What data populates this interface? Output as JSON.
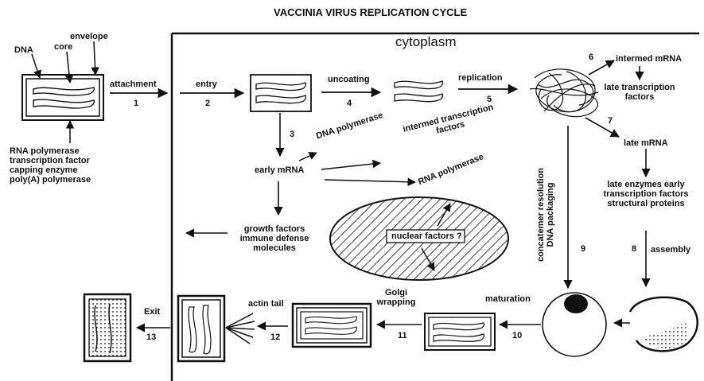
{
  "title": "VACCINIA VIRUS REPLICATION CYCLE",
  "region_label": "cytoplasm",
  "virion_parts": [
    "DNA",
    "core",
    "envelope"
  ],
  "core_proteins": [
    "RNA polymerase",
    "transcription factor",
    "capping enzyme",
    "poly(A) polymerase"
  ],
  "steps": [
    {
      "number": "1",
      "label": "attachment"
    },
    {
      "number": "2",
      "label": "entry"
    },
    {
      "number": "3",
      "label": ""
    },
    {
      "number": "4",
      "label": "uncoating"
    },
    {
      "number": "5",
      "label": "replication"
    },
    {
      "number": "6",
      "label": "intermed mRNA"
    },
    {
      "number": "7",
      "label": "late mRNA"
    },
    {
      "number": "8",
      "label": "assembly"
    },
    {
      "number": "9",
      "label": ""
    },
    {
      "number": "10",
      "label": "maturation"
    },
    {
      "number": "11",
      "label": "Golgi wrapping"
    },
    {
      "number": "12",
      "label": "actin tail"
    },
    {
      "number": "13",
      "label": "Exit"
    }
  ],
  "labels": {
    "early_mrna": "early mRNA",
    "dna_polymerase": "DNA polymerase",
    "intermed_transcription_factors": "intermed transcription factors",
    "rna_polymerase": "RNA polymerase",
    "growth_factors": "growth factors immune defense molecules",
    "nuclear_factors": "nuclear factors ?",
    "late_transcription_factors": "late transcription factors",
    "late_products": "late enzymes early transcription factors structural proteins",
    "concatemer": "concatemer resolution DNA packaging"
  }
}
